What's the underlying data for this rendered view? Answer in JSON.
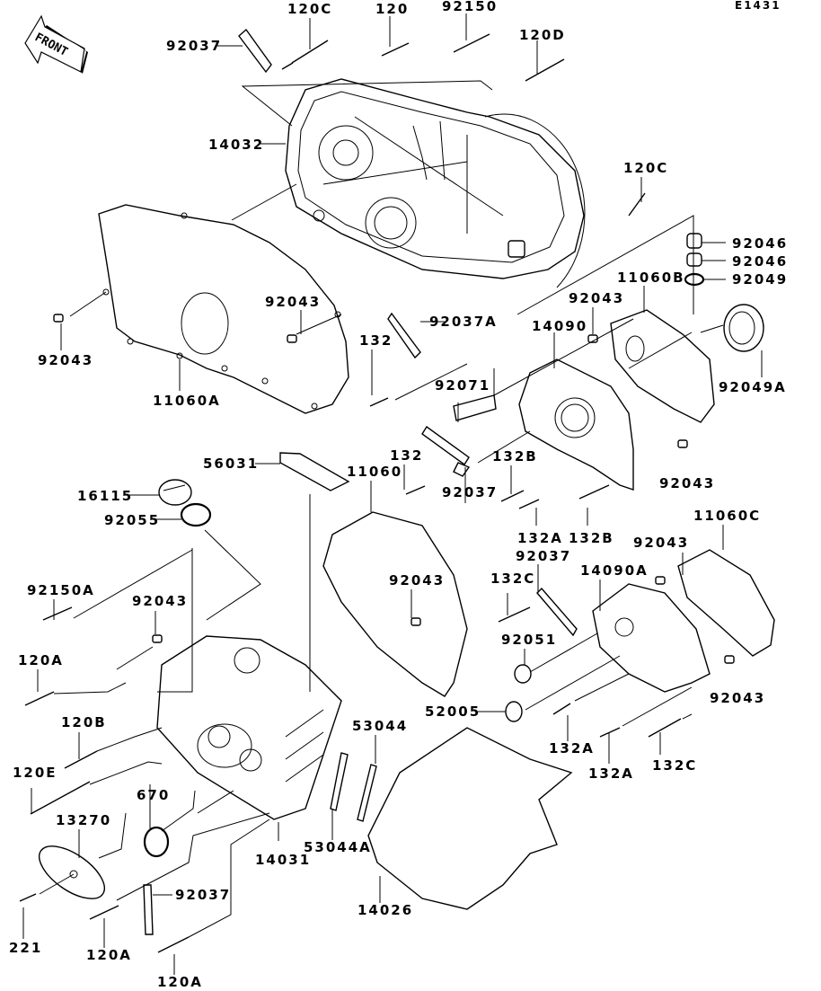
{
  "diagram": {
    "code": "E1431",
    "front_label": "FRONT"
  },
  "parts": [
    {
      "id": "p1",
      "label": "120C"
    },
    {
      "id": "p2",
      "label": "120"
    },
    {
      "id": "p3",
      "label": "92150"
    },
    {
      "id": "p4",
      "label": "92037"
    },
    {
      "id": "p5",
      "label": "120D"
    },
    {
      "id": "p6",
      "label": "14032"
    },
    {
      "id": "p7",
      "label": "120C"
    },
    {
      "id": "p8",
      "label": "92046"
    },
    {
      "id": "p9",
      "label": "92046"
    },
    {
      "id": "p10",
      "label": "92049"
    },
    {
      "id": "p11",
      "label": "11060B"
    },
    {
      "id": "p12",
      "label": "92043"
    },
    {
      "id": "p13",
      "label": "92037A"
    },
    {
      "id": "p14",
      "label": "14090"
    },
    {
      "id": "p15",
      "label": "132"
    },
    {
      "id": "p16",
      "label": "92043"
    },
    {
      "id": "p17",
      "label": "92049A"
    },
    {
      "id": "p18",
      "label": "92043"
    },
    {
      "id": "p19",
      "label": "11060A"
    },
    {
      "id": "p20",
      "label": "92071"
    },
    {
      "id": "p21",
      "label": "56031"
    },
    {
      "id": "p22",
      "label": "11060"
    },
    {
      "id": "p23",
      "label": "132"
    },
    {
      "id": "p24",
      "label": "132B"
    },
    {
      "id": "p25",
      "label": "16115"
    },
    {
      "id": "p26",
      "label": "92055"
    },
    {
      "id": "p27",
      "label": "92037"
    },
    {
      "id": "p28",
      "label": "92043"
    },
    {
      "id": "p29",
      "label": "132A"
    },
    {
      "id": "p30",
      "label": "132B"
    },
    {
      "id": "p31",
      "label": "11060C"
    },
    {
      "id": "p32",
      "label": "92043"
    },
    {
      "id": "p33",
      "label": "92150A"
    },
    {
      "id": "p34",
      "label": "92043"
    },
    {
      "id": "p35",
      "label": "92043"
    },
    {
      "id": "p36",
      "label": "92037"
    },
    {
      "id": "p37",
      "label": "14090A"
    },
    {
      "id": "p38",
      "label": "132C"
    },
    {
      "id": "p39",
      "label": "120A"
    },
    {
      "id": "p40",
      "label": "92051"
    },
    {
      "id": "p41",
      "label": "52005"
    },
    {
      "id": "p42",
      "label": "92043"
    },
    {
      "id": "p43",
      "label": "120B"
    },
    {
      "id": "p44",
      "label": "53044"
    },
    {
      "id": "p45",
      "label": "132A"
    },
    {
      "id": "p46",
      "label": "132A"
    },
    {
      "id": "p47",
      "label": "132C"
    },
    {
      "id": "p48",
      "label": "120E"
    },
    {
      "id": "p49",
      "label": "670"
    },
    {
      "id": "p50",
      "label": "13270"
    },
    {
      "id": "p51",
      "label": "14031"
    },
    {
      "id": "p52",
      "label": "53044A"
    },
    {
      "id": "p53",
      "label": "92037"
    },
    {
      "id": "p54",
      "label": "14026"
    },
    {
      "id": "p55",
      "label": "221"
    },
    {
      "id": "p56",
      "label": "120A"
    },
    {
      "id": "p57",
      "label": "120A"
    }
  ]
}
